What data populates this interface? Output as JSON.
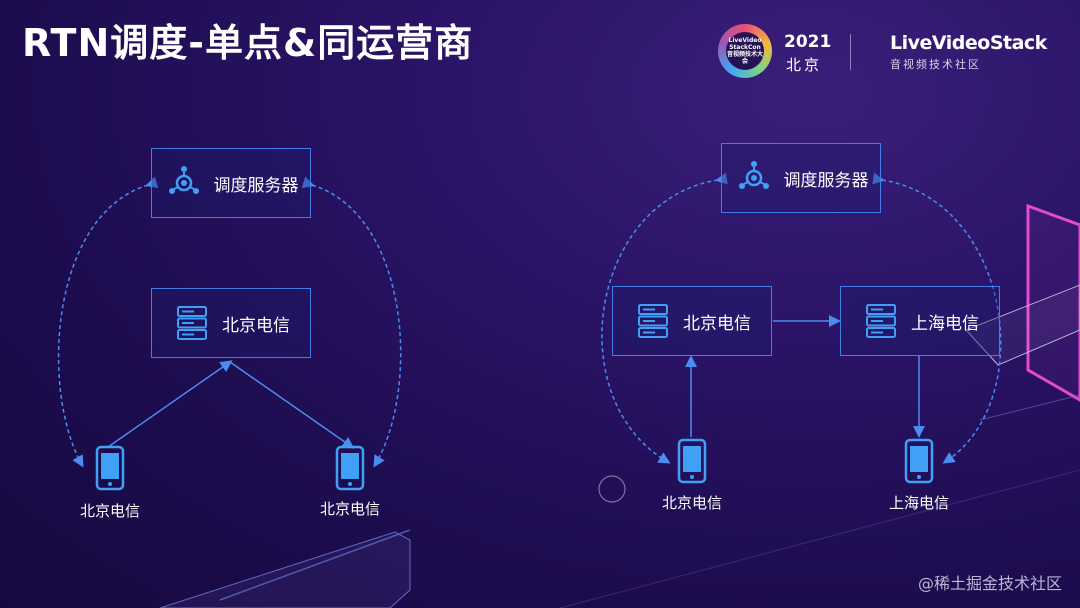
{
  "title": "RTN调度-单点&同运营商",
  "logo": {
    "badge_text": "LiveVideo StackCon 音视频技术大会",
    "year": "2021",
    "city": "北京",
    "brand": "LiveVideoStack",
    "subtitle": "音视频技术社区"
  },
  "left_diagram": {
    "scheduler_label": "调度服务器",
    "server_label": "北京电信",
    "client_left_label": "北京电信",
    "client_right_label": "北京电信"
  },
  "right_diagram": {
    "scheduler_label": "调度服务器",
    "server_left_label": "北京电信",
    "server_right_label": "上海电信",
    "client_left_label": "北京电信",
    "client_right_label": "上海电信"
  },
  "watermark": "@稀土掘金技术社区",
  "colors": {
    "background": "#1d0c4e",
    "accent_blue": "#3f7fe6",
    "box_border": "#3f7fe6",
    "text": "#ffffff"
  },
  "icons": {
    "scheduler": "hub-node-icon",
    "server": "server-rack-icon",
    "client": "smartphone-icon"
  }
}
